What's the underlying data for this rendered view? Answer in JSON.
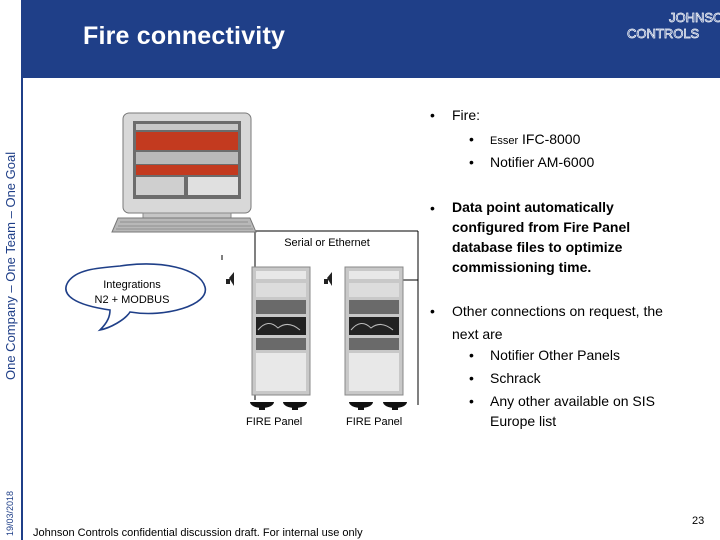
{
  "slide": {
    "title": "Fire connectivity",
    "side_text": "One Company – One Team – One Goal",
    "date": "19/03/2018",
    "footer": "Johnson Controls confidential discussion draft.  For internal use only",
    "page_number": "23",
    "logo": {
      "line1": "JOHNSON",
      "line2": "CONTROLS"
    }
  },
  "diagram": {
    "link_label": "Serial or Ethernet",
    "callout": {
      "line1": "Integrations",
      "line2": "N2 + MODBUS"
    },
    "panel_labels": [
      "FIRE Panel",
      "FIRE Panel"
    ]
  },
  "bullets": {
    "fire": {
      "heading": "Fire:",
      "items": [
        {
          "prefix": "Esser",
          "text": "IFC-8000"
        },
        {
          "text": "Notifier AM-6000"
        }
      ]
    },
    "datapoint": {
      "lines": [
        "Data point automatically",
        "configured  from Fire Panel",
        "database files to optimize",
        "commissioning time."
      ]
    },
    "other": {
      "lines": [
        "Other connections on request, the",
        "next are"
      ],
      "items": [
        "Notifier Other Panels",
        "Schrack",
        "Any other available on SIS"
      ],
      "tail": "Europe list"
    }
  },
  "colors": {
    "brand": "#1f3f88",
    "accent_red": "#c33a1f"
  }
}
